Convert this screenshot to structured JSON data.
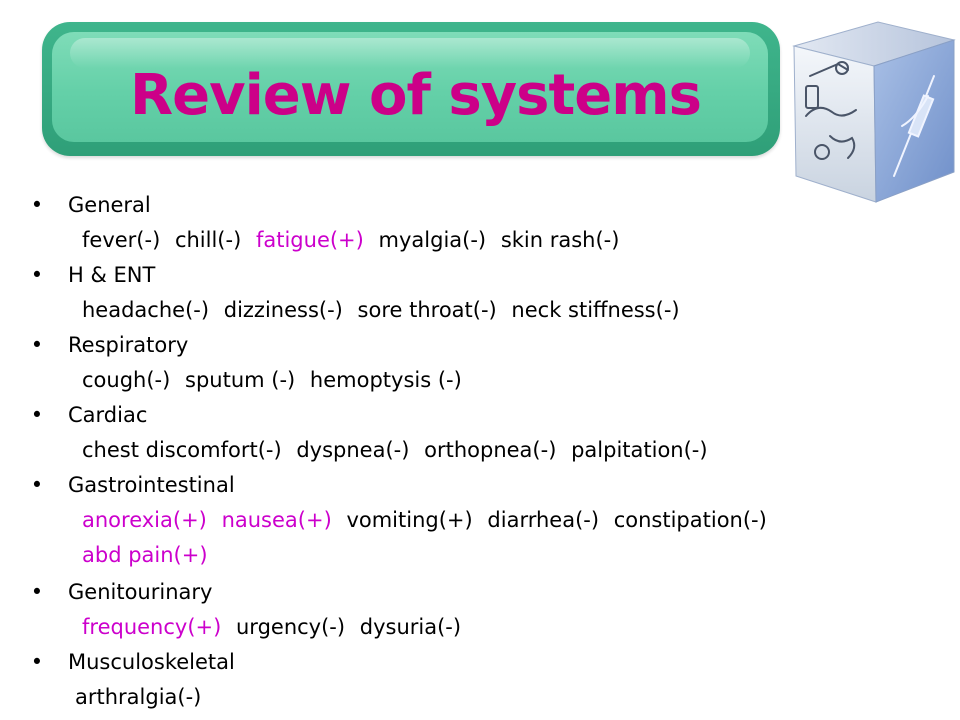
{
  "slide": {
    "title": "Review of systems"
  },
  "colors": {
    "title": "#cc0088",
    "positive_finding": "#cc00cc",
    "banner": "#64d0a8"
  },
  "icons": [
    "medical-equipment-cube-illustration"
  ],
  "sections": [
    {
      "category": "General",
      "lines": [
        [
          {
            "text": "fever(-)",
            "positive": false
          },
          {
            "text": "chill(-)",
            "positive": false
          },
          {
            "text": "fatigue(+)",
            "positive": true
          },
          {
            "text": "myalgia(-)",
            "positive": false
          },
          {
            "text": "skin rash(-)",
            "positive": false
          }
        ]
      ]
    },
    {
      "category": "H & ENT",
      "lines": [
        [
          {
            "text": "headache(-)",
            "positive": false
          },
          {
            "text": "dizziness(-)",
            "positive": false
          },
          {
            "text": "sore throat(-)",
            "positive": false
          },
          {
            "text": "neck stiffness(-)",
            "positive": false
          }
        ]
      ]
    },
    {
      "category": "Respiratory",
      "lines": [
        [
          {
            "text": "cough(-)",
            "positive": false
          },
          {
            "text": "sputum (-)",
            "positive": false
          },
          {
            "text": "hemoptysis (-)",
            "positive": false
          }
        ]
      ]
    },
    {
      "category": "Cardiac",
      "lines": [
        [
          {
            "text": "chest discomfort(-)",
            "positive": false
          },
          {
            "text": "dyspnea(-)",
            "positive": false
          },
          {
            "text": "orthopnea(-)",
            "positive": false
          },
          {
            "text": "palpitation(-)",
            "positive": false
          }
        ]
      ]
    },
    {
      "category": "Gastrointestinal",
      "lines": [
        [
          {
            "text": "anorexia(+)",
            "positive": true
          },
          {
            "text": "nausea(+)",
            "positive": true
          },
          {
            "text": "vomiting(+)",
            "positive": false
          },
          {
            "text": "diarrhea(-)",
            "positive": false
          },
          {
            "text": "constipation(-)",
            "positive": false
          }
        ],
        [
          {
            "text": "abd pain(+)",
            "positive": true
          }
        ]
      ]
    },
    {
      "category": "Genitourinary",
      "lines": [
        [
          {
            "text": "frequency(+)",
            "positive": true
          },
          {
            "text": "urgency(-)",
            "positive": false
          },
          {
            "text": "dysuria(-)",
            "positive": false
          }
        ]
      ]
    },
    {
      "category": "Musculoskeletal",
      "lines": [
        [
          {
            "text": "arthralgia(-)",
            "positive": false
          }
        ]
      ]
    }
  ]
}
